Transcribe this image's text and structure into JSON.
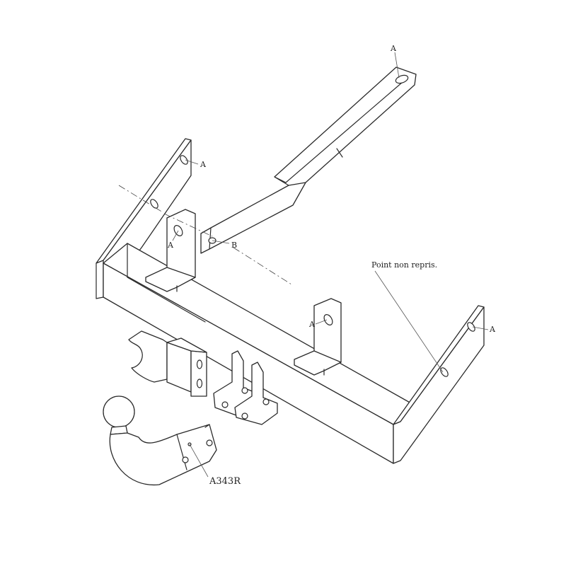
{
  "labels": {
    "a_top": "A",
    "a_left_plate": "A",
    "a_left_bracket": "A",
    "b_bar": "B",
    "a_mid_bracket": "A",
    "a_right_plate": "A",
    "point_non_repris": "Point non repris.",
    "part_code": "A343R"
  },
  "colors": {
    "line": "#2a2a2a",
    "background": "#ffffff"
  }
}
